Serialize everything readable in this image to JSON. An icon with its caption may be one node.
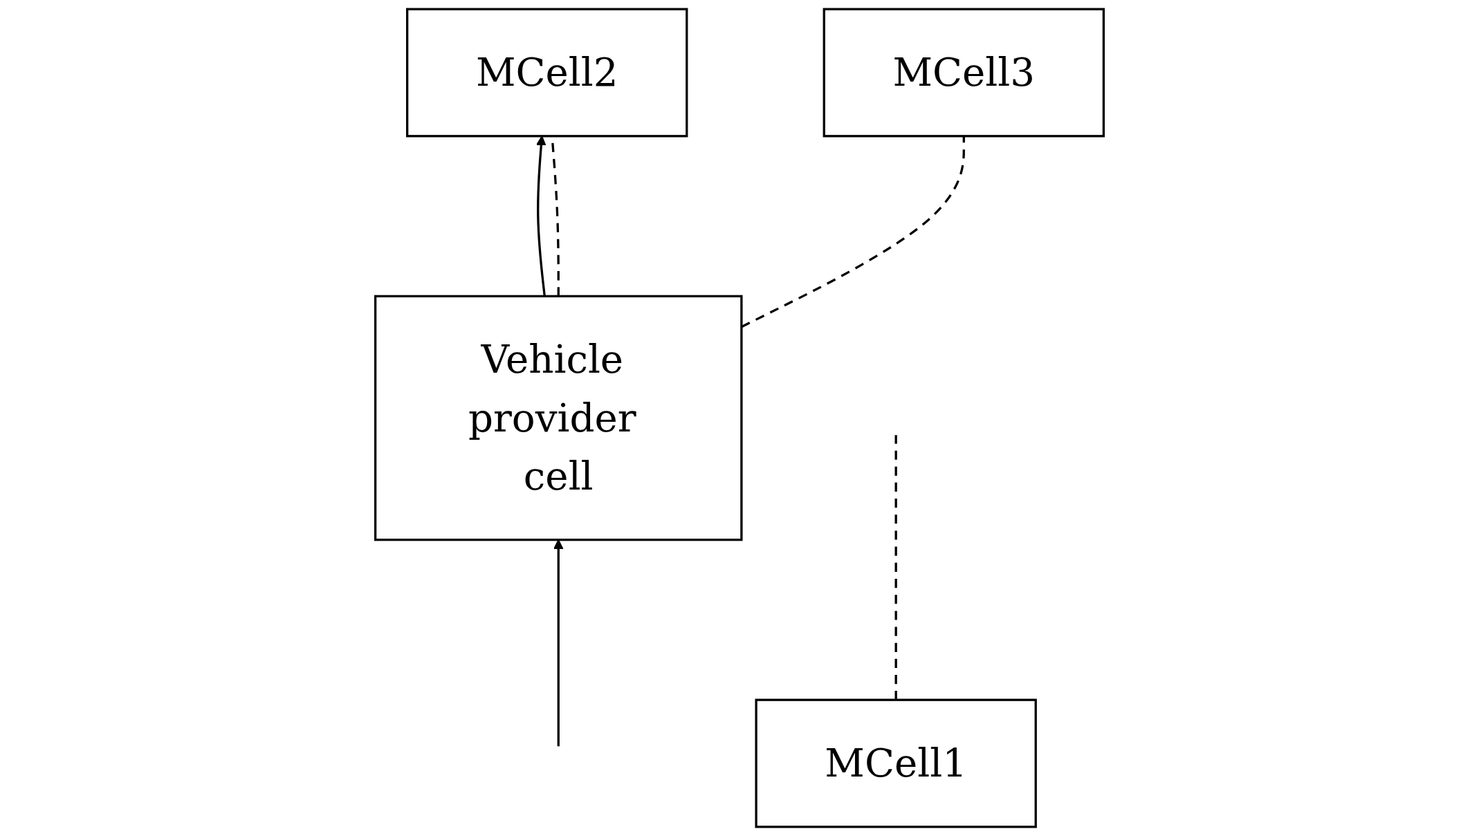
{
  "diagram": {
    "nodes": [
      {
        "text": [
          "MCell1"
        ]
      },
      {
        "text": [
          "MCell2"
        ]
      },
      {
        "text": [
          "MCell3"
        ]
      },
      {
        "text": [
          "Vehicle provider cell"
        ]
      }
    ],
    "edges": [
      {
        "from": 0,
        "to": null,
        "arrow": "none",
        "style": "dashed"
      },
      {
        "from": null,
        "to": 3,
        "arrow": "to"
      },
      {
        "from": 3,
        "to": 1,
        "arrow": "to"
      },
      {
        "from": 3,
        "to": 1,
        "arrow": "none",
        "style": "dashed"
      },
      {
        "from": 3,
        "to": 2,
        "arrow": "none",
        "style": "dashed"
      }
    ]
  }
}
